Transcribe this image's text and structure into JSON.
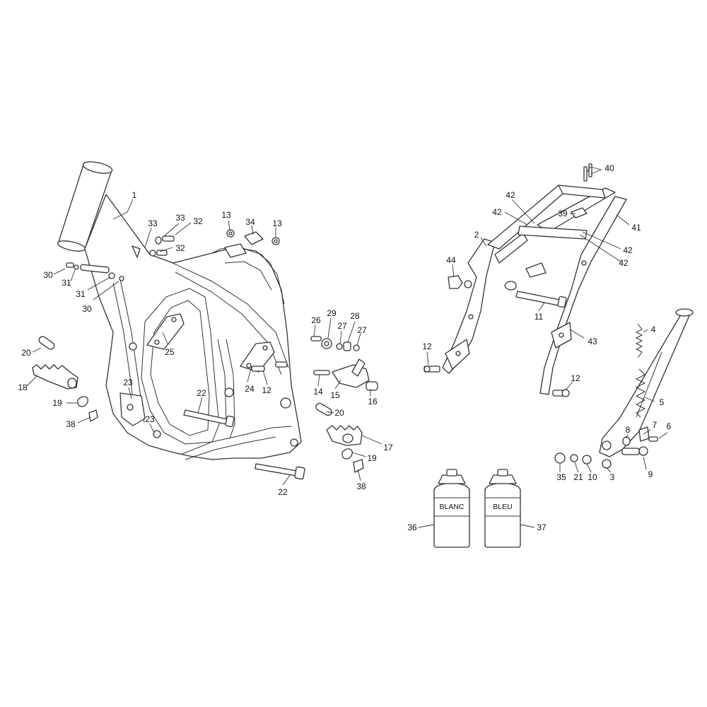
{
  "callouts": {
    "c1": "1",
    "c2": "2",
    "c3": "3",
    "c4": "4",
    "c5": "5",
    "c6": "6",
    "c7": "7",
    "c8": "8",
    "c9": "9",
    "c10": "10",
    "c11": "11",
    "c12": "12",
    "c13": "13",
    "c14": "14",
    "c15": "15",
    "c16": "16",
    "c17": "17",
    "c18": "18",
    "c19": "19",
    "c20": "20",
    "c21": "21",
    "c22": "22",
    "c23": "23",
    "c24": "24",
    "c25": "25",
    "c26": "26",
    "c27": "27",
    "c28": "28",
    "c29": "29",
    "c30": "30",
    "c31": "31",
    "c32": "32",
    "c33": "33",
    "c34": "34",
    "c35": "35",
    "c36": "36",
    "c37": "37",
    "c38": "38",
    "c39": "39",
    "c40": "40",
    "c41": "41",
    "c42": "42",
    "c43": "43",
    "c44": "44"
  },
  "cans": {
    "white_label": "BLANC",
    "blue_label": "BLEU"
  }
}
